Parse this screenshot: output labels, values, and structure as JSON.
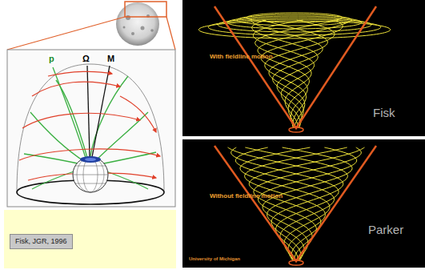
{
  "diagram": {
    "nodes": [
      {
        "text": [
          "With fieldline motion",
          "Fisk"
        ]
      },
      {
        "text": [
          "Without fieldline motion",
          "Parker",
          "University of Michigan"
        ]
      },
      {
        "text": [
          "Fisk, JGR, 1996"
        ]
      }
    ],
    "labels": [
      "p",
      "Ω",
      "M"
    ]
  }
}
